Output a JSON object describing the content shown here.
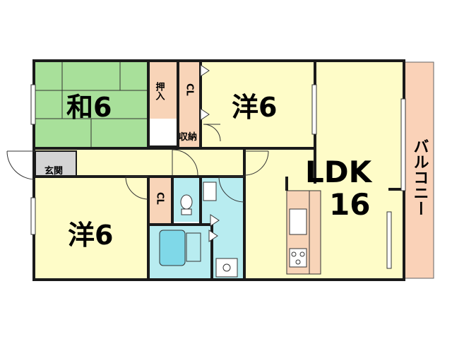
{
  "floorplan": {
    "rooms": {
      "washitsu": "和6",
      "youshitsu_top": "洋6",
      "youshitsu_bottom": "洋6",
      "ldk": "LDK",
      "ldk_size": "16",
      "balcony": "バルコニー",
      "genkan": "玄関",
      "oshiire": "押入",
      "closet_top": "CL",
      "closet_bottom": "CL",
      "shuno": "収納"
    },
    "colors": {
      "washitsu": "#a8e09a",
      "youshitsu": "#fefcc8",
      "ldk": "#fefcc8",
      "corridor": "#fefcc8",
      "storage": "#f8d4b8",
      "balcony": "#fad2b8",
      "wet": "#b8ecf0",
      "genkan": "#d4d4d4",
      "wall": "#1a1a1a"
    }
  }
}
